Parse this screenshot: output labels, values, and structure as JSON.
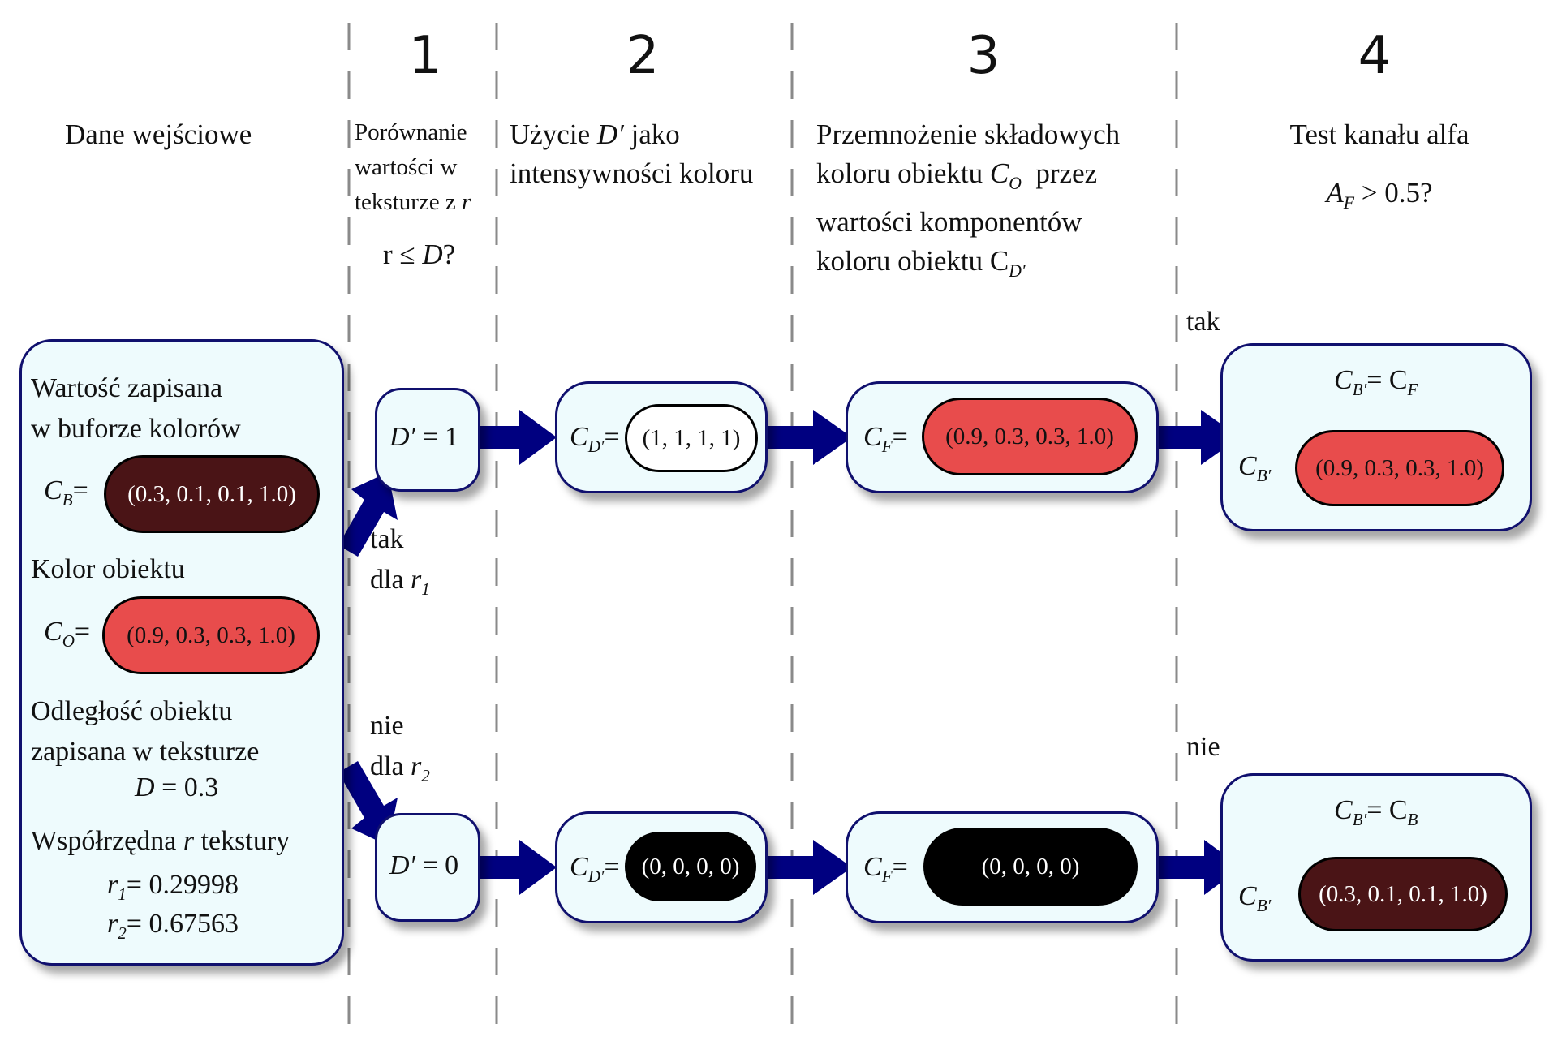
{
  "stages": [
    "1",
    "2",
    "3",
    "4"
  ],
  "headers": {
    "input": "Dane wejściowe",
    "stage1": [
      "Porównanie",
      "wartości w",
      "teksturze z",
      "r"
    ],
    "stage1_condition": [
      "r ≤",
      "D",
      "?"
    ],
    "stage2": [
      "Użycie",
      "D′",
      "jako",
      "intensywności koloru"
    ],
    "stage3": [
      "Przemnożenie składowych",
      "koloru obiektu",
      "C",
      "O",
      "przez",
      "wartości komponentów",
      "koloru obiektu C",
      "D′"
    ],
    "stage4": "Test kanału alfa",
    "stage4_condition": [
      "A",
      "F",
      "> 0.5?"
    ]
  },
  "input_panel": {
    "buffer_label": [
      "Wartość zapisana",
      "w buforze kolorów"
    ],
    "cb_var": [
      "C",
      "B"
    ],
    "cb_value": "(0.3, 0.1, 0.1, 1.0)",
    "object_label": "Kolor obiektu",
    "co_var": [
      "C",
      "O"
    ],
    "co_value": "(0.9, 0.3, 0.3, 1.0)",
    "distance_label": [
      "Odległość obiektu",
      "zapisana w teksturze"
    ],
    "distance_value": [
      "D",
      "= 0.3"
    ],
    "coord_label": [
      "Współrzędna",
      "r",
      "tekstury"
    ],
    "r1": [
      "r",
      "1",
      "= 0.29998"
    ],
    "r2": [
      "r",
      "2",
      "= 0.67563"
    ]
  },
  "branches": {
    "yes_label": [
      "tak",
      "dla",
      "r",
      "1"
    ],
    "no_label": [
      "nie",
      "dla",
      "r",
      "2"
    ],
    "alpha_yes": "tak",
    "alpha_no": "nie"
  },
  "top_row": {
    "dprime": [
      "D′",
      "= 1"
    ],
    "cd_var": [
      "C",
      "D′"
    ],
    "cd_value": "(1, 1, 1, 1)",
    "cf_var": [
      "C",
      "F"
    ],
    "cf_value": "(0.9, 0.3, 0.3, 1.0)",
    "result_eq": [
      "C",
      "B′",
      "= C",
      "F"
    ],
    "result_var": [
      "C",
      "B′"
    ],
    "result_value": "(0.9, 0.3, 0.3, 1.0)"
  },
  "bottom_row": {
    "dprime": [
      "D′",
      "= 0"
    ],
    "cd_var": [
      "C",
      "D′"
    ],
    "cd_value": "(0, 0, 0, 0)",
    "cf_var": [
      "C",
      "F"
    ],
    "cf_value": "(0, 0, 0, 0)",
    "result_eq": [
      "C",
      "B′",
      "= C",
      "B"
    ],
    "result_var": [
      "C",
      "B′"
    ],
    "result_value": "(0.3, 0.1, 0.1, 1.0)"
  },
  "colors": {
    "box_fill": "#eefbfd",
    "box_border": "#10106e",
    "arrow": "#000080",
    "dark_red": "#4a1416",
    "red": "#e84c4c"
  }
}
